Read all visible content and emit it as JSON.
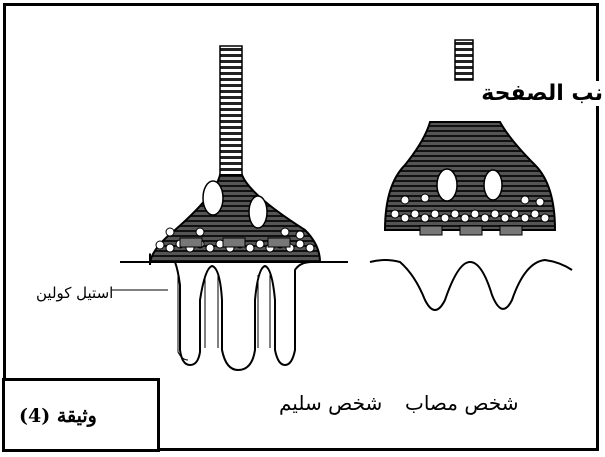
{
  "labels": {
    "healthy": "شخص سليم",
    "affected": "شخص مصاب",
    "acetylcholine": "استيل كولين",
    "page_fragment": "نب الصفحة",
    "document": "وثيقة (4)"
  },
  "colors": {
    "ink": "#000000",
    "background": "#ffffff",
    "fill": "#3a3a3a"
  }
}
